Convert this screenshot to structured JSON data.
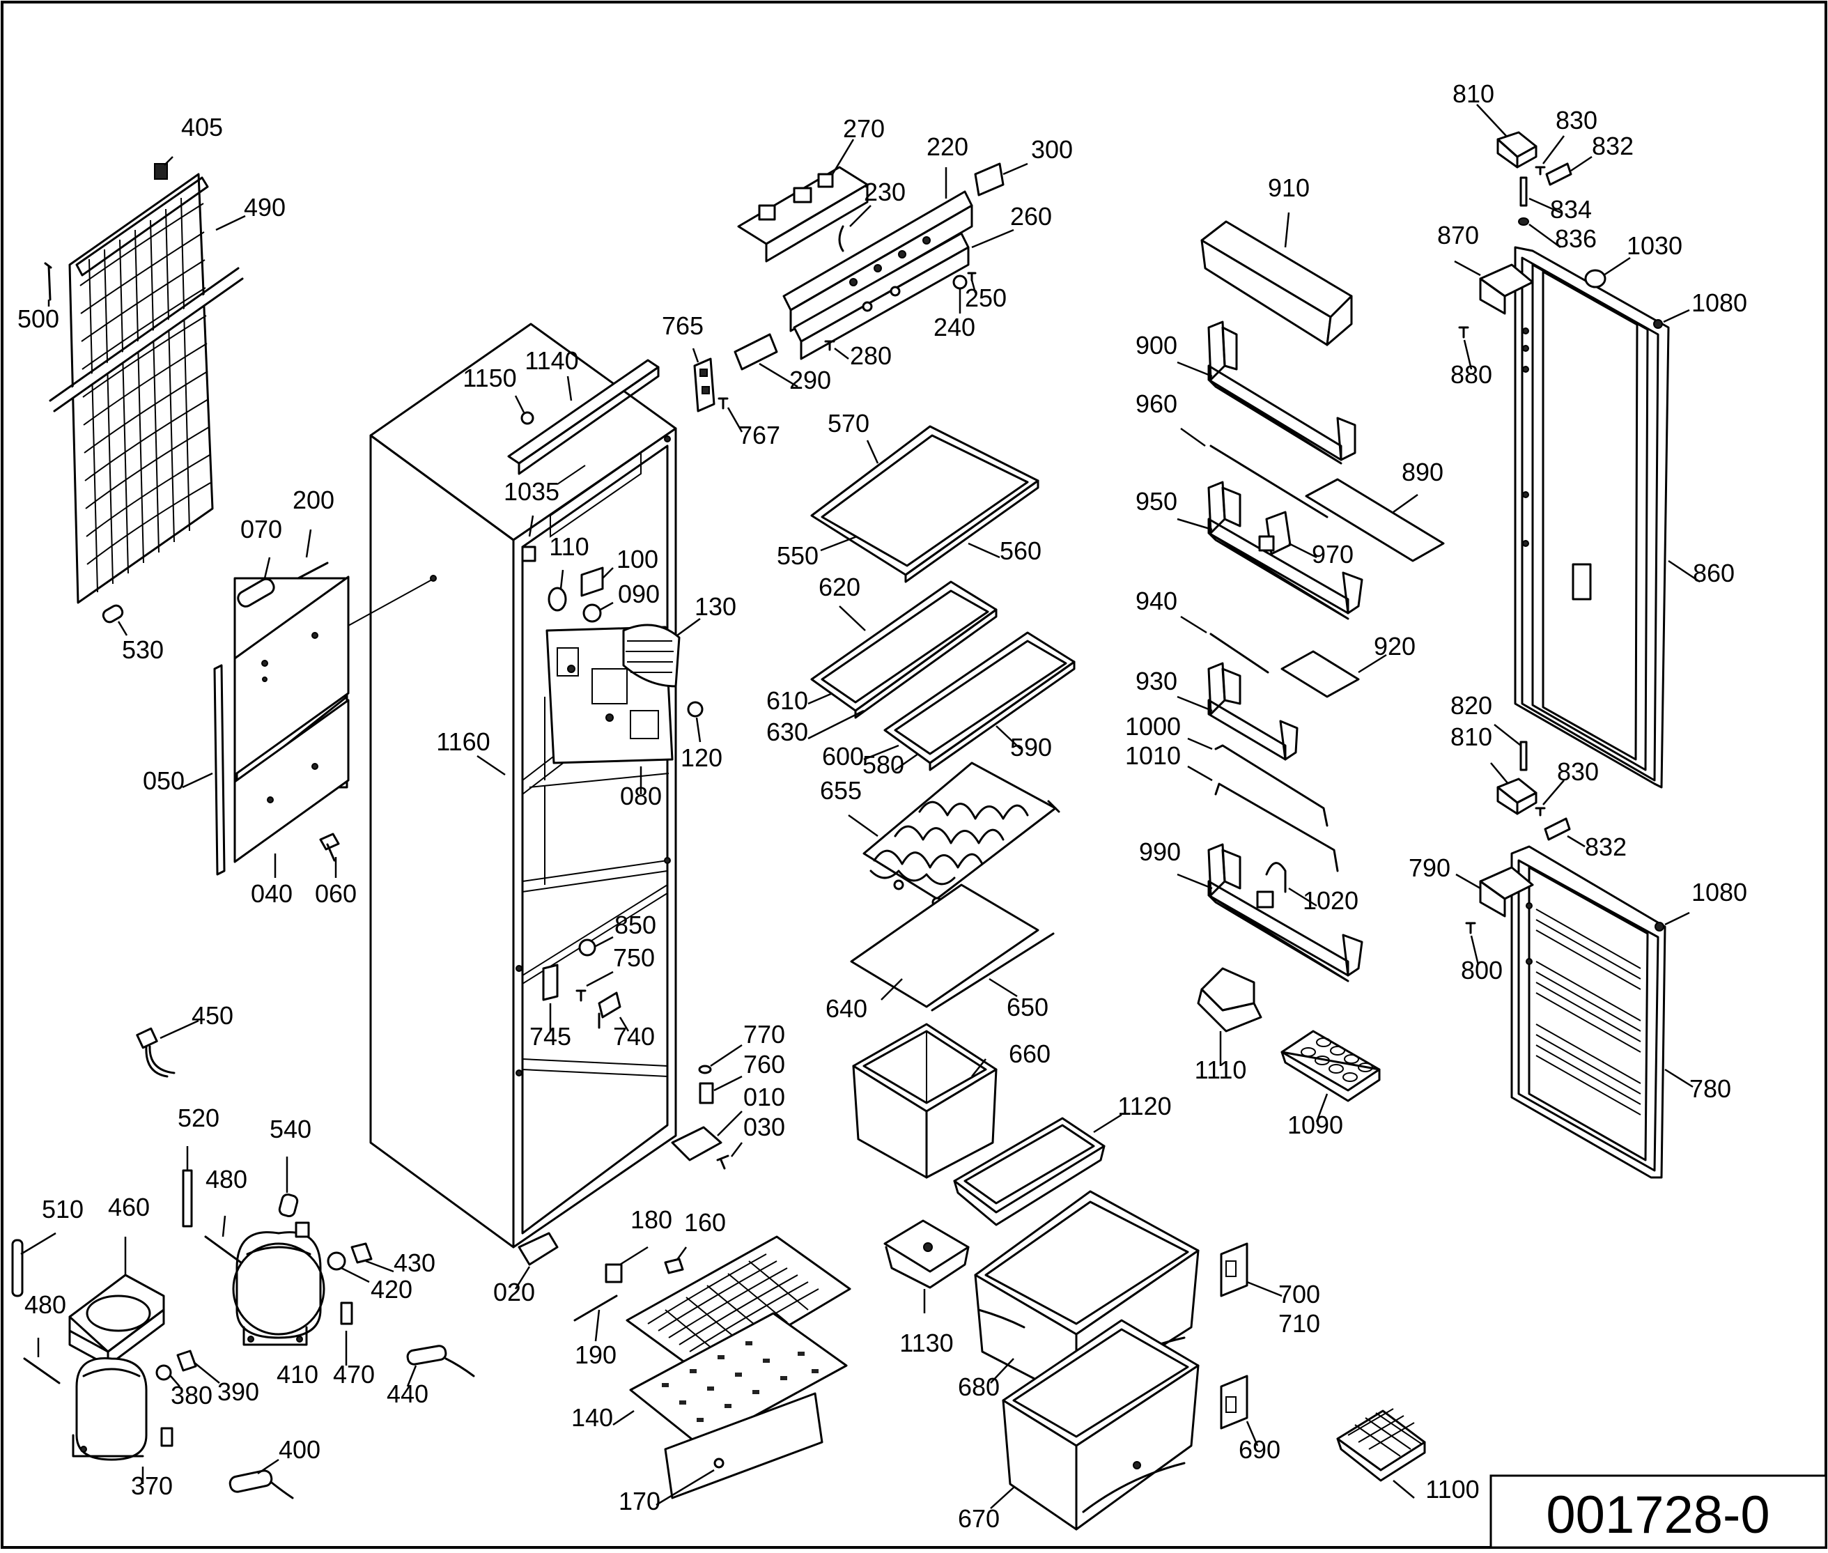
{
  "drawing_number": "001728-0",
  "labels": [
    {
      "text": "405"
    },
    {
      "text": "490"
    },
    {
      "text": "500"
    },
    {
      "text": "530"
    },
    {
      "text": "070"
    },
    {
      "text": "200"
    },
    {
      "text": "050"
    },
    {
      "text": "040"
    },
    {
      "text": "060"
    },
    {
      "text": "450"
    },
    {
      "text": "520"
    },
    {
      "text": "540"
    },
    {
      "text": "480"
    },
    {
      "text": "510"
    },
    {
      "text": "460"
    },
    {
      "text": "430"
    },
    {
      "text": "420"
    },
    {
      "text": "480"
    },
    {
      "text": "410"
    },
    {
      "text": "470"
    },
    {
      "text": "440"
    },
    {
      "text": "380"
    },
    {
      "text": "390"
    },
    {
      "text": "370"
    },
    {
      "text": "400"
    },
    {
      "text": "1150"
    },
    {
      "text": "1140"
    },
    {
      "text": "1035"
    },
    {
      "text": "110"
    },
    {
      "text": "100"
    },
    {
      "text": "090"
    },
    {
      "text": "130"
    },
    {
      "text": "1160"
    },
    {
      "text": "120"
    },
    {
      "text": "080"
    },
    {
      "text": "850"
    },
    {
      "text": "750"
    },
    {
      "text": "745"
    },
    {
      "text": "740"
    },
    {
      "text": "770"
    },
    {
      "text": "760"
    },
    {
      "text": "010"
    },
    {
      "text": "030"
    },
    {
      "text": "020"
    },
    {
      "text": "180"
    },
    {
      "text": "160"
    },
    {
      "text": "190"
    },
    {
      "text": "140"
    },
    {
      "text": "170"
    },
    {
      "text": "765"
    },
    {
      "text": "767"
    },
    {
      "text": "270"
    },
    {
      "text": "220"
    },
    {
      "text": "300"
    },
    {
      "text": "230"
    },
    {
      "text": "260"
    },
    {
      "text": "250"
    },
    {
      "text": "240"
    },
    {
      "text": "280"
    },
    {
      "text": "290"
    },
    {
      "text": "570"
    },
    {
      "text": "550"
    },
    {
      "text": "560"
    },
    {
      "text": "620"
    },
    {
      "text": "610"
    },
    {
      "text": "630"
    },
    {
      "text": "600"
    },
    {
      "text": "580"
    },
    {
      "text": "590"
    },
    {
      "text": "655"
    },
    {
      "text": "640"
    },
    {
      "text": "650"
    },
    {
      "text": "660"
    },
    {
      "text": "1120"
    },
    {
      "text": "1130"
    },
    {
      "text": "680"
    },
    {
      "text": "670"
    },
    {
      "text": "700"
    },
    {
      "text": "710"
    },
    {
      "text": "690"
    },
    {
      "text": "910"
    },
    {
      "text": "900"
    },
    {
      "text": "960"
    },
    {
      "text": "890"
    },
    {
      "text": "950"
    },
    {
      "text": "970"
    },
    {
      "text": "940"
    },
    {
      "text": "920"
    },
    {
      "text": "930"
    },
    {
      "text": "1000"
    },
    {
      "text": "1010"
    },
    {
      "text": "990"
    },
    {
      "text": "1020"
    },
    {
      "text": "1110"
    },
    {
      "text": "1090"
    },
    {
      "text": "1100"
    },
    {
      "text": "810"
    },
    {
      "text": "830"
    },
    {
      "text": "832"
    },
    {
      "text": "834"
    },
    {
      "text": "836"
    },
    {
      "text": "870"
    },
    {
      "text": "1030"
    },
    {
      "text": "1080"
    },
    {
      "text": "880"
    },
    {
      "text": "860"
    },
    {
      "text": "820"
    },
    {
      "text": "810"
    },
    {
      "text": "830"
    },
    {
      "text": "832"
    },
    {
      "text": "790"
    },
    {
      "text": "1080"
    },
    {
      "text": "800"
    },
    {
      "text": "780"
    }
  ]
}
